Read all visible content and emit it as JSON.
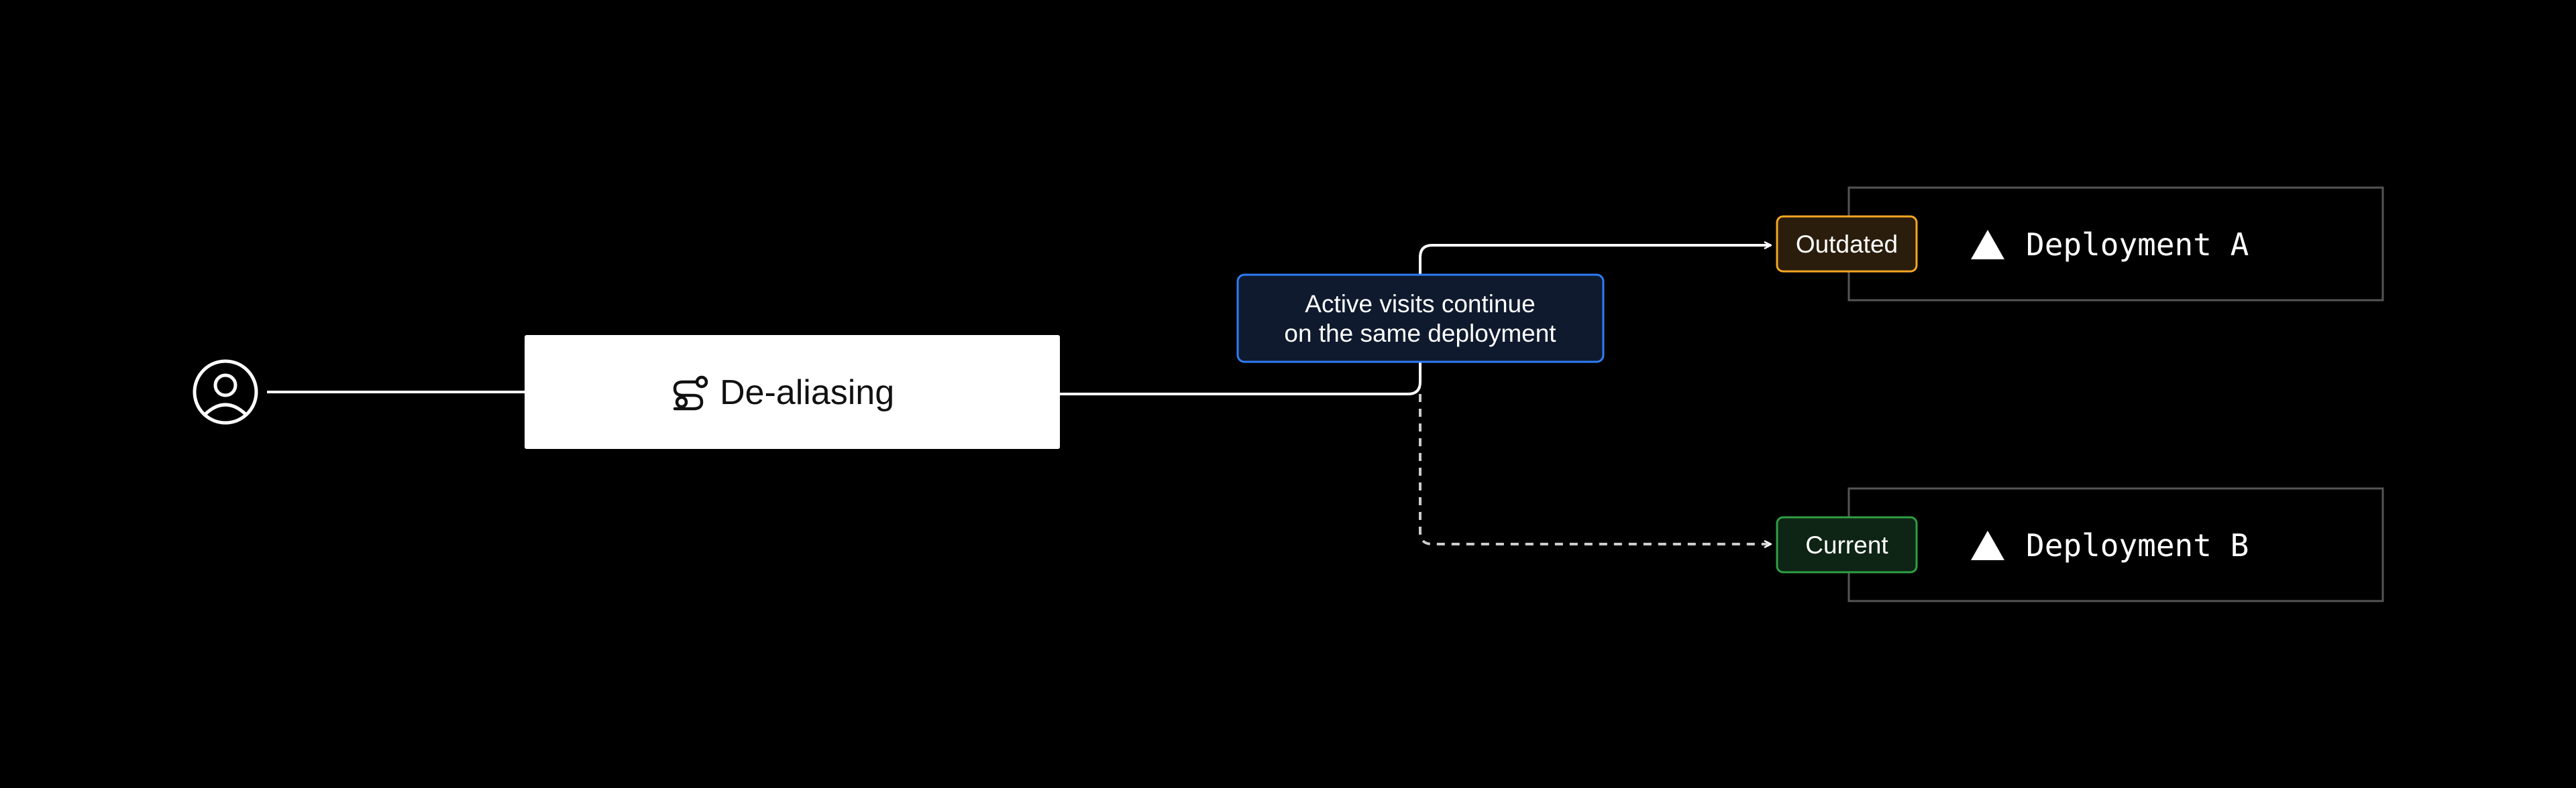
{
  "nodes": {
    "user": {
      "icon": "user-icon"
    },
    "dealiasing": {
      "icon": "route-icon",
      "label": "De-aliasing"
    },
    "callout": {
      "line1": "Active visits continue",
      "line2": "on the same deployment"
    },
    "deployment_a": {
      "icon": "triangle-icon",
      "label": "Deployment A",
      "badge": "Outdated"
    },
    "deployment_b": {
      "icon": "triangle-icon",
      "label": "Deployment B",
      "badge": "Current"
    }
  },
  "colors": {
    "background": "#000000",
    "line": "#ffffff",
    "callout_border": "#2f7df6",
    "callout_fill": "#0f1a2e",
    "outdated_border": "#f5a623",
    "outdated_fill": "#2a1d0c",
    "current_border": "#2ea043",
    "current_fill": "#0e2415",
    "deploy_border": "#555555"
  }
}
